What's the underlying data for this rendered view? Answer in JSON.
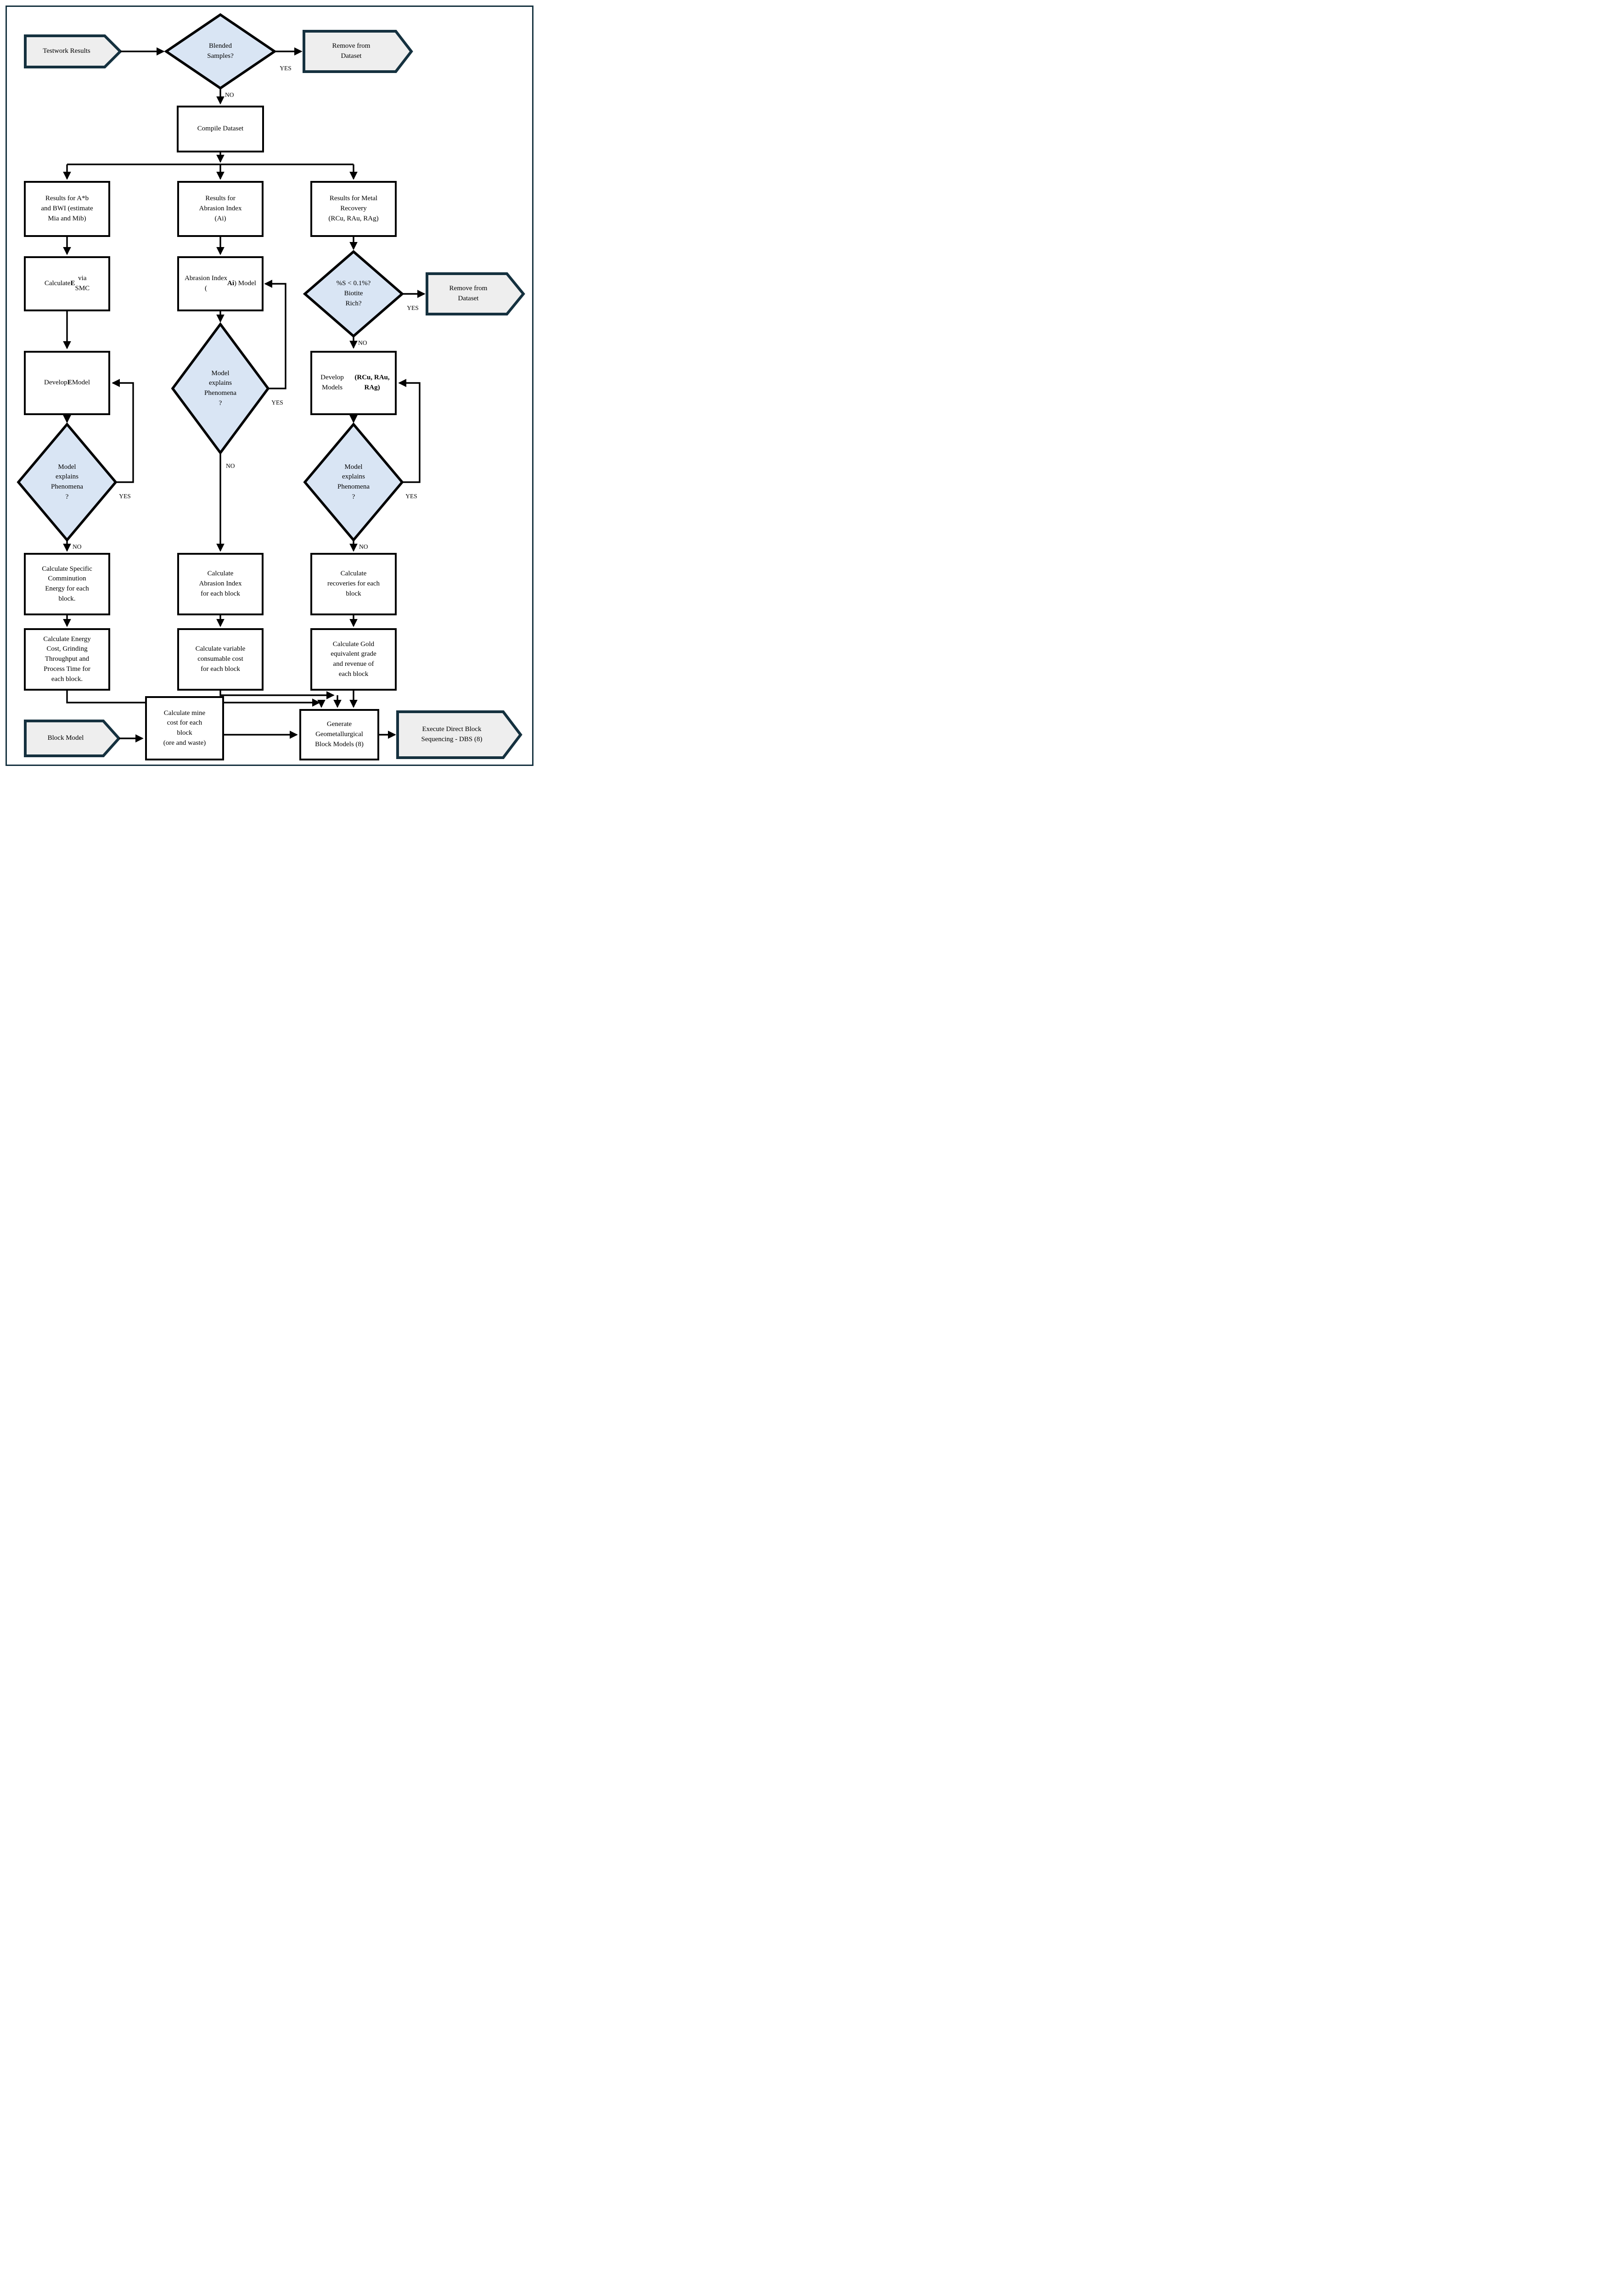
{
  "frame": {
    "border_color": "#15313f",
    "background": "#ffffff"
  },
  "palette": {
    "diamond_fill": "#d9e5f4",
    "diamond_border": "#000000",
    "terminal_fill": "#eeeeee",
    "terminal_border": "#15313f",
    "process_fill": "#ffffff",
    "process_border": "#000000",
    "connector": "#000000"
  },
  "labels": {
    "yes": "YES",
    "no": "NO"
  },
  "nodes": {
    "testwork": {
      "type": "terminal",
      "label": "Testwork Results"
    },
    "blended_samples": {
      "type": "decision",
      "label": "Blended\nSamples?"
    },
    "remove_dataset_top": {
      "type": "terminal",
      "label": "Remove from\nDataset"
    },
    "compile_dataset": {
      "type": "process",
      "label": "Compile Dataset"
    },
    "results_ab_bwi": {
      "type": "process",
      "label": "Results for A*b\nand BWI (estimate\nMia and Mib)"
    },
    "results_abrasion": {
      "type": "process",
      "label": "Results for\nAbrasion Index\n(Ai)"
    },
    "results_metal": {
      "type": "process",
      "label": "Results for Metal\nRecovery\n(RCu, RAu, RAg)"
    },
    "calculate_e_smc": {
      "type": "process",
      "label": "Calculate **E** via\nSMC"
    },
    "abrasion_model": {
      "type": "process",
      "label": "Abrasion Index\n(**Ai**) Model"
    },
    "sulfur_biotite": {
      "type": "decision",
      "label": "%S < 0.1%?\nBiotite\nRich?"
    },
    "remove_dataset_right": {
      "type": "terminal",
      "label": "Remove from\nDataset"
    },
    "develop_e_model": {
      "type": "process",
      "label": "Develop **E** Model"
    },
    "develop_models": {
      "type": "process",
      "label": "Develop Models\n**(RCu, RAu, RAg)**"
    },
    "model_explains_left": {
      "type": "decision",
      "label": "Model\nexplains\nPhenomena\n?"
    },
    "model_explains_mid": {
      "type": "decision",
      "label": "Model\nexplains\nPhenomena\n?"
    },
    "model_explains_right": {
      "type": "decision",
      "label": "Model\nexplains\nPhenomena\n?"
    },
    "calc_comminution": {
      "type": "process",
      "label": "Calculate Specific\nComminution\nEnergy for each\nblock."
    },
    "calc_abrasion_block": {
      "type": "process",
      "label": "Calculate\nAbrasion Index\nfor each block"
    },
    "calc_recoveries": {
      "type": "process",
      "label": "Calculate\nrecoveries for each\nblock"
    },
    "calc_energy_cost": {
      "type": "process",
      "label": "Calculate Energy\nCost, Grinding\nThroughput and\nProcess Time for\neach block."
    },
    "calc_consumable": {
      "type": "process",
      "label": "Calculate variable\nconsumable cost\nfor each block"
    },
    "calc_gold": {
      "type": "process",
      "label": "Calculate Gold\nequivalent grade\nand revenue of\neach block"
    },
    "block_model": {
      "type": "terminal",
      "label": "Block Model"
    },
    "calc_mine_cost": {
      "type": "process",
      "label": "Calculate mine\ncost for each\nblock\n(ore and waste)"
    },
    "generate_blocks": {
      "type": "process",
      "label": "Generate\nGeometallurgical\nBlock Models (8)"
    },
    "execute_dbs": {
      "type": "terminal",
      "label": "Execute Direct Block\nSequencing - DBS (8)"
    }
  }
}
